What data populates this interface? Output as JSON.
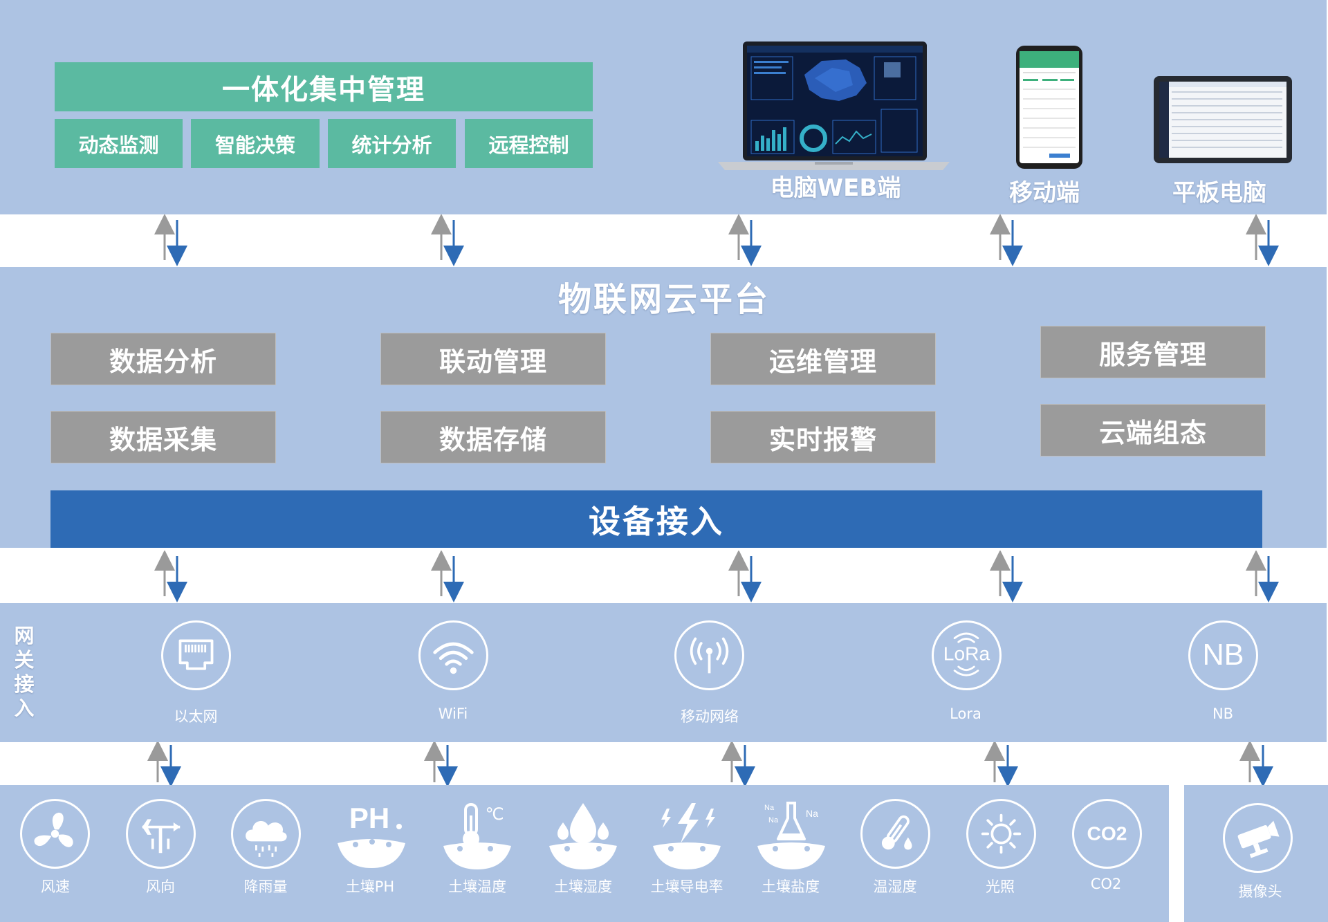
{
  "top": {
    "title": "一体化集中管理",
    "modules": [
      "动态监测",
      "智能决策",
      "统计分析",
      "远程控制"
    ],
    "devices": [
      {
        "label": "电脑WEB端"
      },
      {
        "label": "移动端"
      },
      {
        "label": "平板电脑"
      }
    ]
  },
  "cloud": {
    "title": "物联网云平台",
    "row1": [
      "数据分析",
      "联动管理",
      "运维管理",
      "服务管理"
    ],
    "row2": [
      "数据采集",
      "数据存储",
      "实时报警",
      "云端组态"
    ],
    "access": "设备接入"
  },
  "gateway": {
    "side_label": "网关接入",
    "items": [
      {
        "label": "以太网",
        "icon": "ethernet-icon"
      },
      {
        "label": "WiFi",
        "icon": "wifi-icon"
      },
      {
        "label": "移动网络",
        "icon": "antenna-icon"
      },
      {
        "label": "Lora",
        "icon": "lora-icon"
      },
      {
        "label": "NB",
        "icon": "nb-icon"
      }
    ],
    "lora_text": "LoRa",
    "nb_text": "NB"
  },
  "sensors": {
    "items": [
      {
        "label": "风速",
        "icon": "fan-icon"
      },
      {
        "label": "风向",
        "icon": "wind-vane-icon"
      },
      {
        "label": "降雨量",
        "icon": "rain-cloud-icon"
      },
      {
        "label": "土壤PH",
        "icon": "soil-ph-icon"
      },
      {
        "label": "土壤温度",
        "icon": "soil-temperature-icon"
      },
      {
        "label": "土壤湿度",
        "icon": "soil-humidity-icon"
      },
      {
        "label": "土壤导电率",
        "icon": "soil-conductivity-icon"
      },
      {
        "label": "土壤盐度",
        "icon": "soil-salinity-icon"
      },
      {
        "label": "温湿度",
        "icon": "thermometer-icon"
      },
      {
        "label": "光照",
        "icon": "sun-icon"
      },
      {
        "label": "CO2",
        "icon": "co2-icon"
      }
    ],
    "ph_text": "PH",
    "celsius_text": "℃",
    "na_text": "Na",
    "co2_text": "CO2",
    "camera": {
      "label": "摄像头",
      "icon": "camera-icon"
    }
  },
  "colors": {
    "band": "#adc3e3",
    "green": "#5bbaa1",
    "gray": "#9b9b9b",
    "blue": "#2e6bb5",
    "arrow_gray": "#9a9a9a",
    "arrow_blue": "#2e6bb5"
  }
}
